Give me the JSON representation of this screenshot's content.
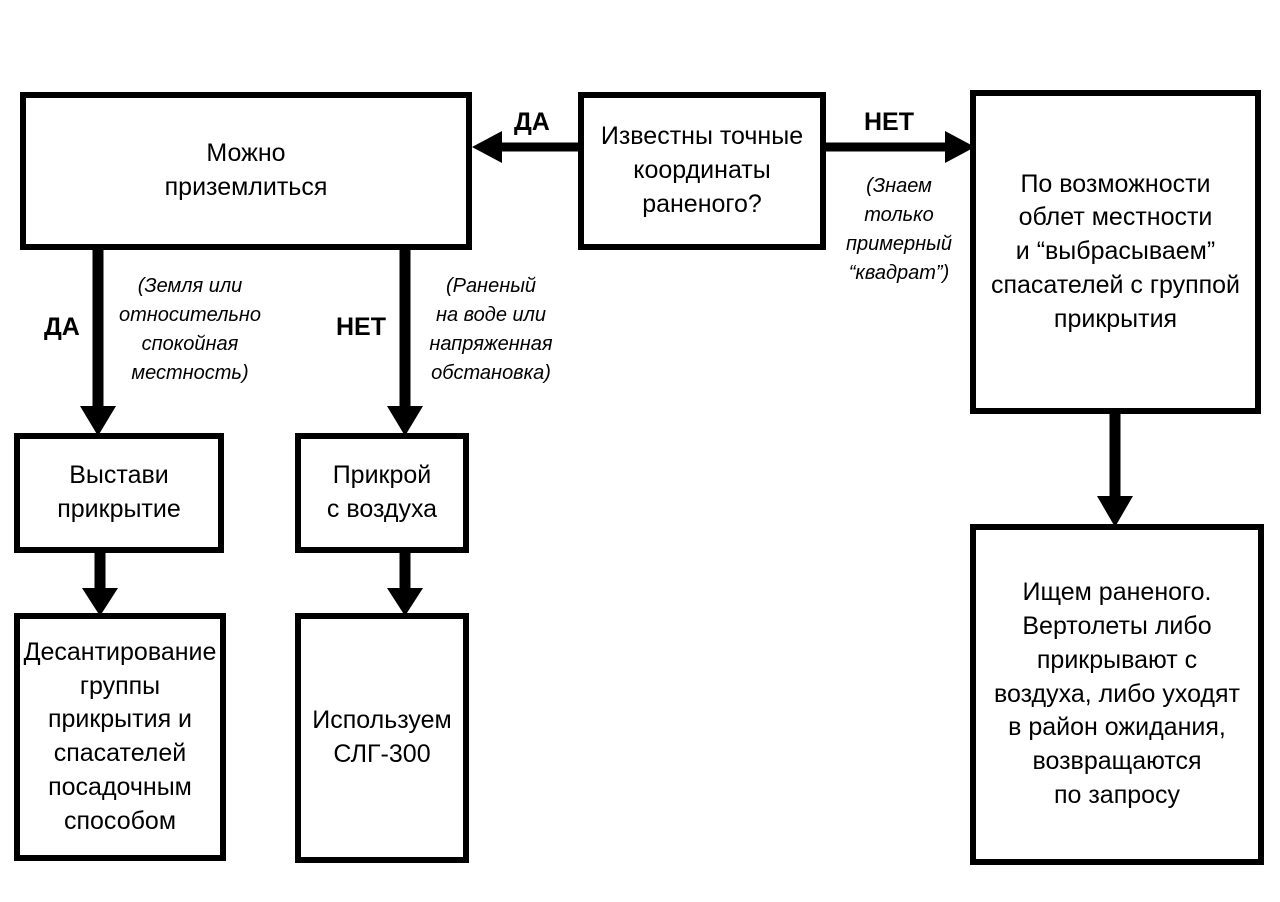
{
  "nodes": {
    "can_land": "Можно\nприземлиться",
    "coords_known": "Известны точные\nкоординаты\nраненого?",
    "flyover": "По возможности\nоблет местности\nи “выбрасываем”\nспасателей с группой\nприкрытия",
    "set_cover": "Выстави\nприкрытие",
    "air_cover": "Прикрой\nс воздуха",
    "landing": "Десантирование\nгруппы\nприкрытия и\nспасателей\nпосадочным\nспособом",
    "slg300": "Используем\nСЛГ-300",
    "search": "Ищем раненого.\nВертолеты либо\nприкрывают с\nвоздуха, либо уходят\nв район ожидания,\nвозвращаются\nпо запросу"
  },
  "edges": {
    "coords_yes": "ДА",
    "coords_no": "НЕТ",
    "land_yes": "ДА",
    "land_no": "НЕТ"
  },
  "notes": {
    "approx_square": "(Знаем\nтолько\nпримерный\n“квадрат”)",
    "calm_ground": "(Земля или\nотносительно\nспокойная\nместность)",
    "water_tense": "(Раненый\nна воде или\nнапряженная\nобстановка)"
  }
}
